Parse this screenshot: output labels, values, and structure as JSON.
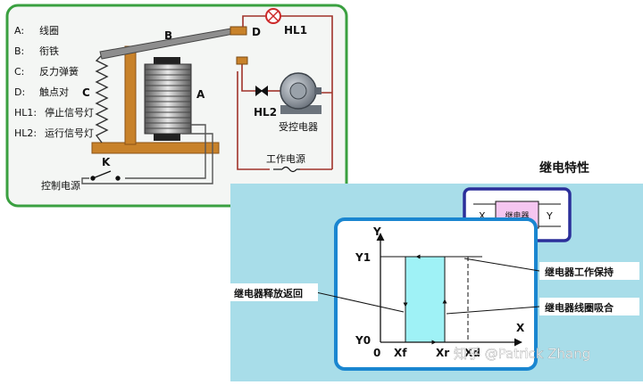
{
  "relay_panel": {
    "legend": [
      {
        "key": "A:",
        "text": "线圈"
      },
      {
        "key": "B:",
        "text": "衔铁"
      },
      {
        "key": "C:",
        "text": "反力弹簧"
      },
      {
        "key": "D:",
        "text": "触点对"
      },
      {
        "key": "HL1:",
        "text": "停止信号灯"
      },
      {
        "key": "HL2:",
        "text": "运行信号灯"
      }
    ],
    "labels": {
      "a": "A",
      "b": "B",
      "c": "C",
      "d": "D",
      "k": "K",
      "hl1": "HL1",
      "hl2": "HL2",
      "controlled_device": "受控电器",
      "work_power": "工作电源",
      "control_power": "控制电源"
    }
  },
  "characteristic_panel": {
    "title": "继电特性",
    "symbol": {
      "input": "X",
      "box": "继电器",
      "output": "Y"
    },
    "axes": {
      "y": "Y",
      "x": "X",
      "y1": "Y1",
      "y0": "Y0",
      "origin": "0",
      "xf": "Xf",
      "xr": "Xr",
      "xd": "Xd"
    },
    "annotations": {
      "hold": "继电器工作保持",
      "pull_in": "继电器线圈吸合",
      "release": "继电器释放返回"
    }
  },
  "watermark": "知乎 @Patrick Zhang",
  "colors": {
    "green_border": "#3aa040",
    "panel_bg": "#a8dde9",
    "blue_border": "#1a86d0",
    "navy_border": "#2b2f9a",
    "wood": "#c8822a",
    "fill_cyan": "#9ff2f6",
    "symbol_pink": "#f5c6f0",
    "wire_red": "#a0322a"
  }
}
